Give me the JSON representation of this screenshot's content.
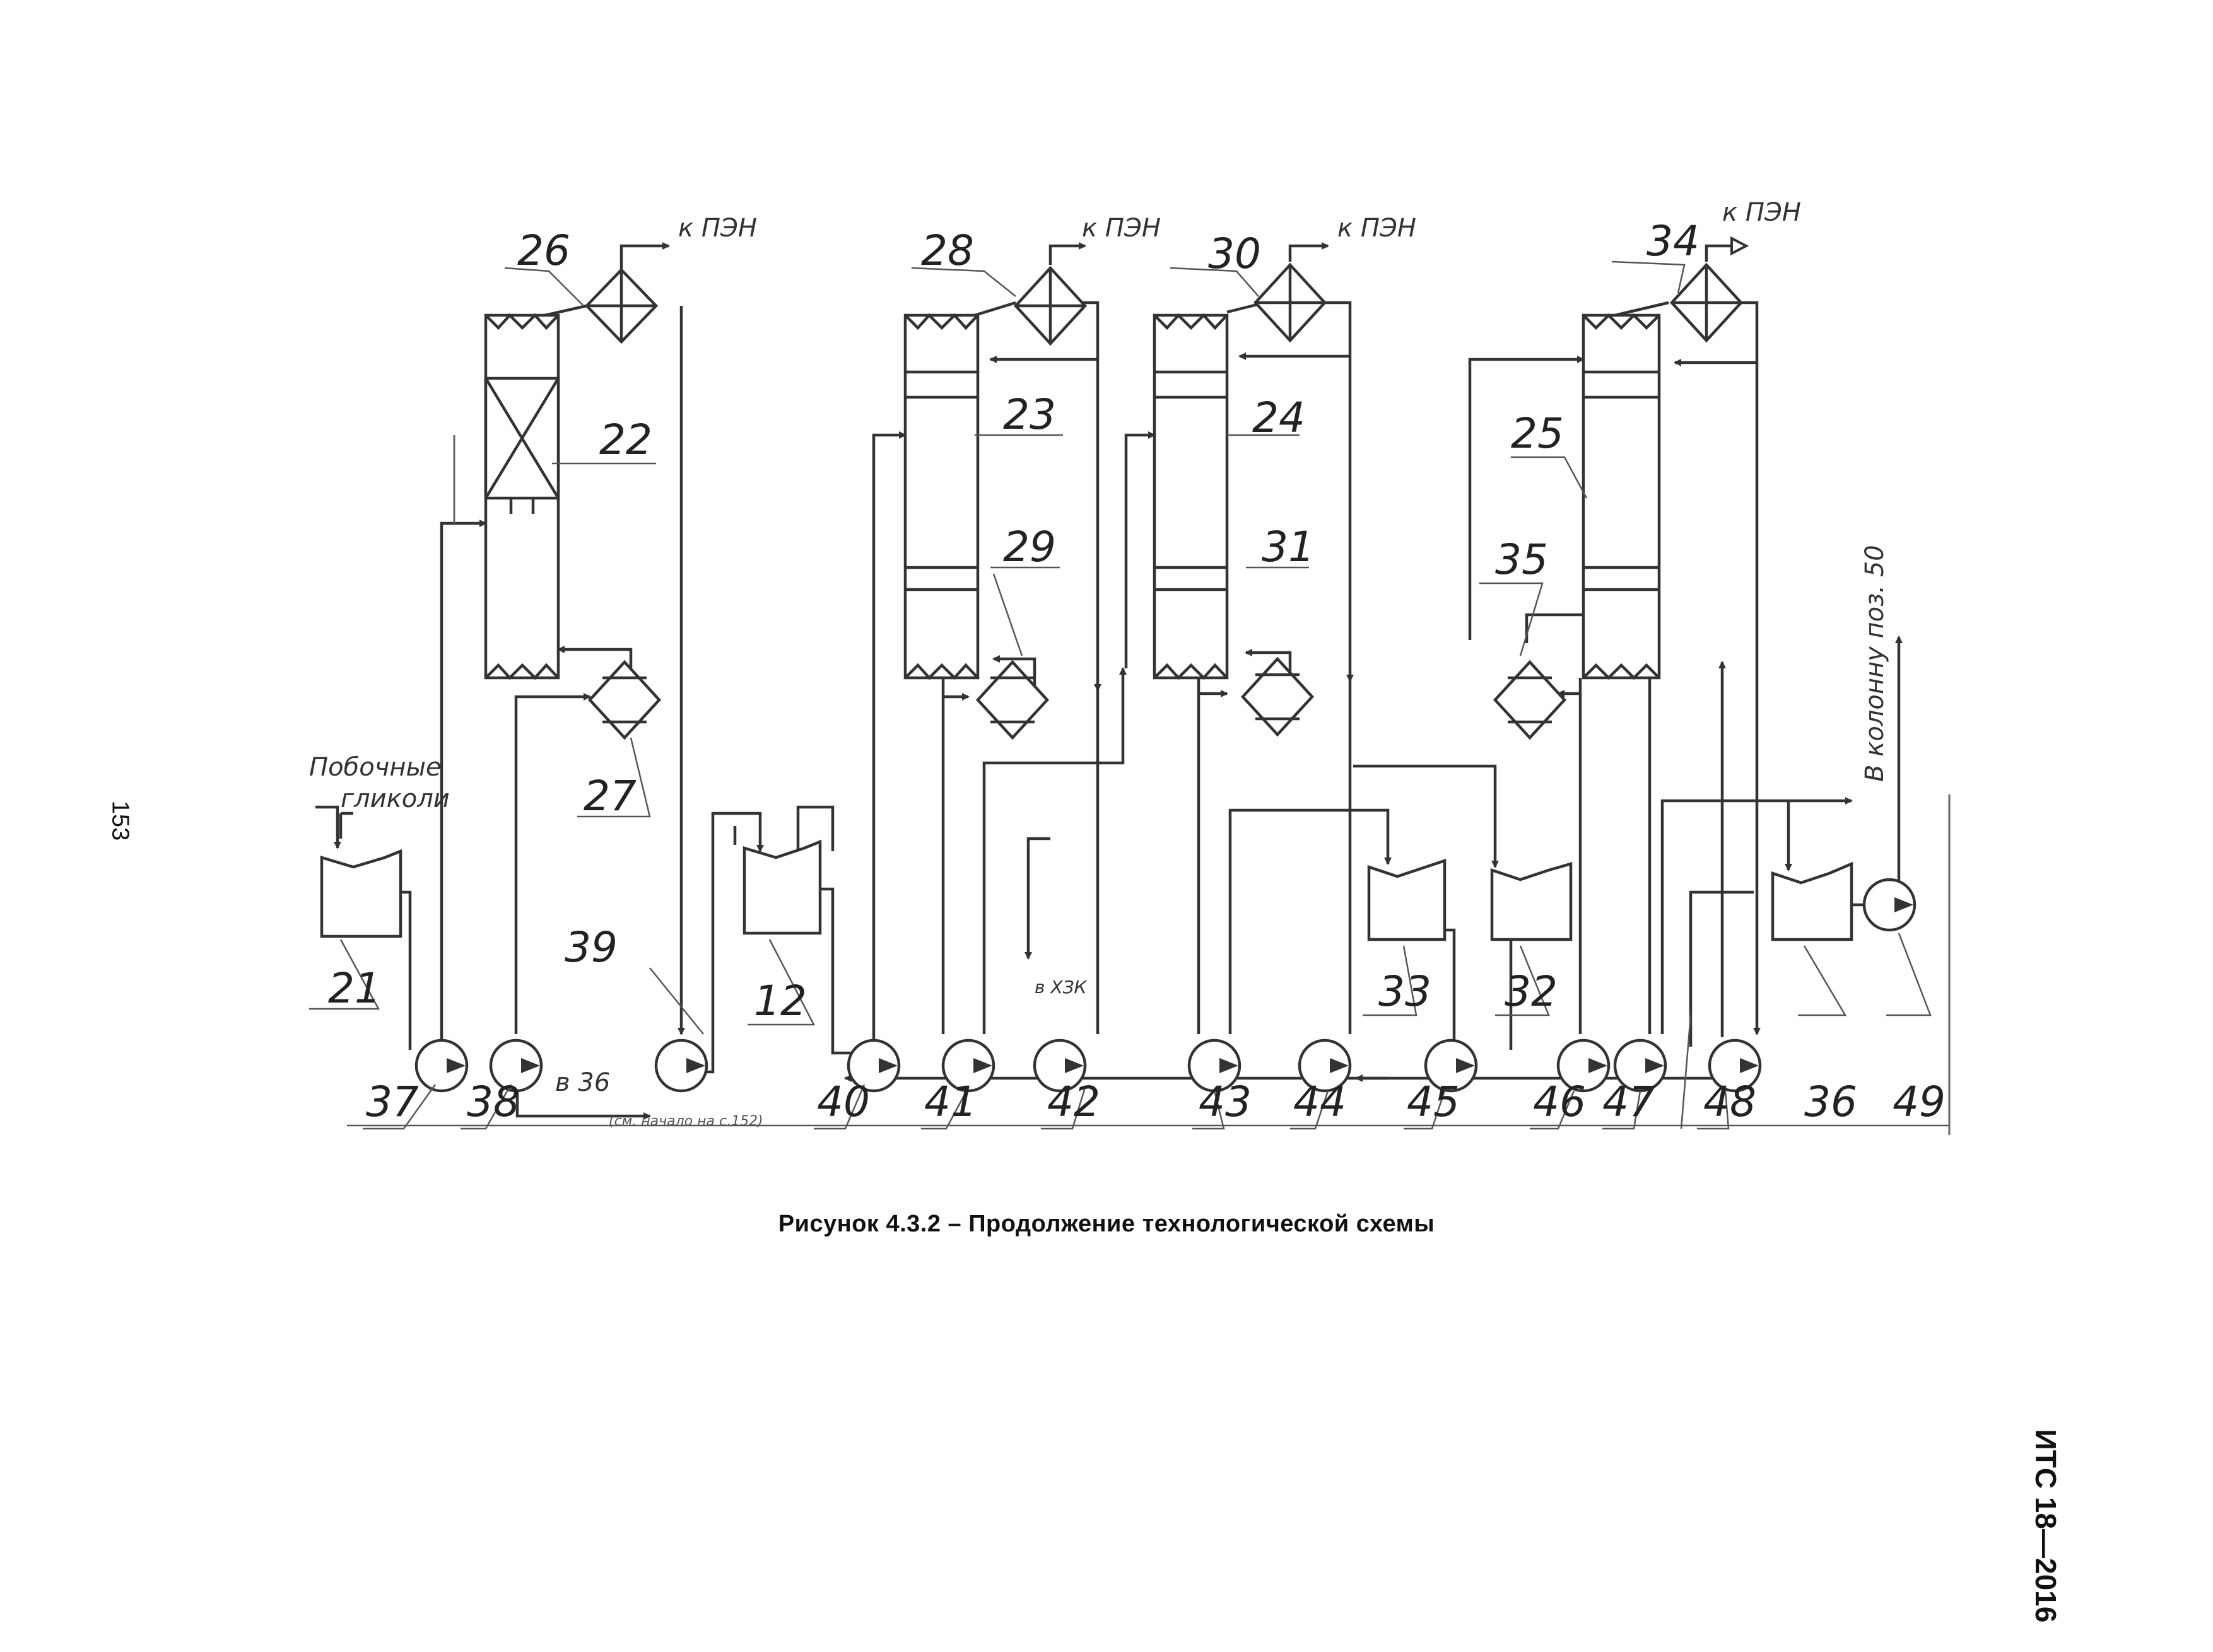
{
  "page_number": "153",
  "doc_code": "ИТС 18—2016",
  "caption": "Рисунок 4.3.2 – Продолжение технологической схемы",
  "diagram": {
    "notes": {
      "to_pen": "к ПЭН",
      "byproduct_1": "Побочные",
      "byproduct_2": "гликоли",
      "to_36": "в 36",
      "to_khzk": "в ХЗК",
      "to_column": "В колонну поз. 50",
      "bottom_small": "(см. начало на с.152)"
    },
    "items": [
      {
        "id": "12",
        "kind": "tank"
      },
      {
        "id": "21",
        "kind": "tank"
      },
      {
        "id": "22",
        "kind": "column"
      },
      {
        "id": "23",
        "kind": "column"
      },
      {
        "id": "24",
        "kind": "column"
      },
      {
        "id": "25",
        "kind": "column"
      },
      {
        "id": "26",
        "kind": "condenser"
      },
      {
        "id": "27",
        "kind": "reboiler"
      },
      {
        "id": "28",
        "kind": "condenser"
      },
      {
        "id": "29",
        "kind": "reboiler"
      },
      {
        "id": "30",
        "kind": "condenser"
      },
      {
        "id": "31",
        "kind": "reboiler"
      },
      {
        "id": "32",
        "kind": "tank"
      },
      {
        "id": "33",
        "kind": "tank"
      },
      {
        "id": "34",
        "kind": "condenser"
      },
      {
        "id": "35",
        "kind": "reboiler"
      },
      {
        "id": "36",
        "kind": "tank"
      },
      {
        "id": "37",
        "kind": "pump"
      },
      {
        "id": "38",
        "kind": "pump"
      },
      {
        "id": "39",
        "kind": "pump"
      },
      {
        "id": "40",
        "kind": "pump"
      },
      {
        "id": "41",
        "kind": "pump"
      },
      {
        "id": "42",
        "kind": "pump"
      },
      {
        "id": "43",
        "kind": "pump"
      },
      {
        "id": "44",
        "kind": "pump"
      },
      {
        "id": "45",
        "kind": "pump"
      },
      {
        "id": "46",
        "kind": "pump"
      },
      {
        "id": "47",
        "kind": "pump"
      },
      {
        "id": "48",
        "kind": "pump"
      },
      {
        "id": "49",
        "kind": "pump"
      }
    ]
  }
}
